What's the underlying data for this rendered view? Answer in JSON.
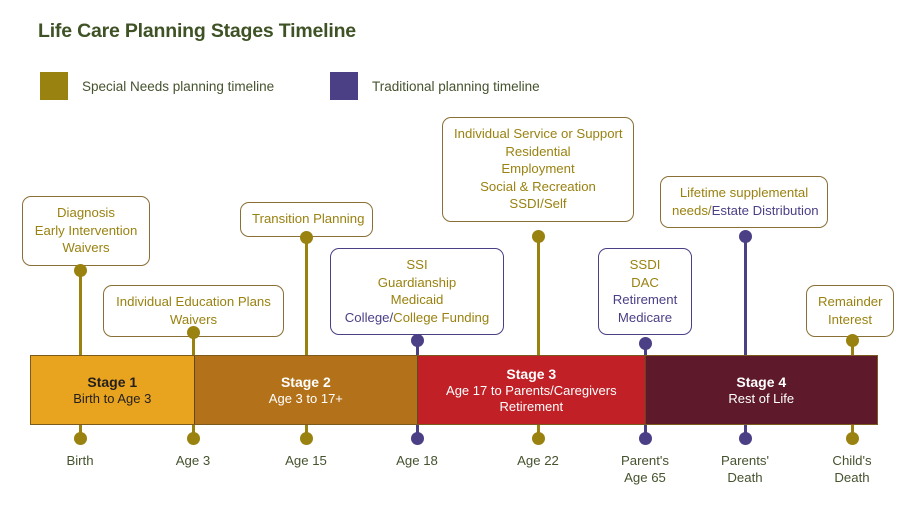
{
  "title": "Life Care Planning Stages Timeline",
  "colors": {
    "title_green": "#3f5225",
    "label_green": "#46532f",
    "special_needs_olive": "#9a8211",
    "traditional_purple": "#4b3f86",
    "box_border_olive": "#8a6f36",
    "stage1": "#e8a41e",
    "stage2": "#b3721a",
    "stage3": "#c02026",
    "stage4": "#5e1a2b",
    "background": "#ffffff"
  },
  "legend": [
    {
      "label": "Special Needs planning timeline",
      "color": "#9a8211",
      "key": "special-needs"
    },
    {
      "label": "Traditional planning timeline",
      "color": "#4b3f86",
      "key": "traditional"
    }
  ],
  "callouts": [
    {
      "id": "diagnosis",
      "lines": [
        {
          "segments": [
            {
              "text": "Diagnosis",
              "color": "olive"
            }
          ]
        },
        {
          "segments": [
            {
              "text": "Early Intervention",
              "color": "olive"
            }
          ]
        },
        {
          "segments": [
            {
              "text": "Waivers",
              "color": "olive"
            }
          ]
        }
      ],
      "connector": "olive"
    },
    {
      "id": "individual-education-plans",
      "lines": [
        {
          "segments": [
            {
              "text": "Individual Education Plans",
              "color": "olive"
            }
          ]
        },
        {
          "segments": [
            {
              "text": "Waivers",
              "color": "olive"
            }
          ]
        }
      ],
      "connector": "olive"
    },
    {
      "id": "transition-planning",
      "lines": [
        {
          "segments": [
            {
              "text": "Transition Planning",
              "color": "olive"
            }
          ]
        }
      ],
      "connector": "olive"
    },
    {
      "id": "ssi-guardianship",
      "lines": [
        {
          "segments": [
            {
              "text": "SSI",
              "color": "olive"
            }
          ]
        },
        {
          "segments": [
            {
              "text": "Guardianship",
              "color": "olive"
            }
          ]
        },
        {
          "segments": [
            {
              "text": "Medicaid",
              "color": "olive"
            }
          ]
        },
        {
          "segments": [
            {
              "text": "College/",
              "color": "purple"
            },
            {
              "text": "College Funding",
              "color": "olive"
            }
          ]
        }
      ],
      "connector": "purple"
    },
    {
      "id": "individual-service-support",
      "lines": [
        {
          "segments": [
            {
              "text": "Individual Service or Support",
              "color": "olive"
            }
          ]
        },
        {
          "segments": [
            {
              "text": "Residential",
              "color": "olive"
            }
          ]
        },
        {
          "segments": [
            {
              "text": "Employment",
              "color": "olive"
            }
          ]
        },
        {
          "segments": [
            {
              "text": "Social & Recreation",
              "color": "olive"
            }
          ]
        },
        {
          "segments": [
            {
              "text": "SSDI/Self",
              "color": "olive"
            }
          ]
        }
      ],
      "connector": "olive"
    },
    {
      "id": "ssdi-dac",
      "lines": [
        {
          "segments": [
            {
              "text": "SSDI",
              "color": "olive"
            }
          ]
        },
        {
          "segments": [
            {
              "text": "DAC",
              "color": "olive"
            }
          ]
        },
        {
          "segments": [
            {
              "text": "Retirement",
              "color": "purple"
            }
          ]
        },
        {
          "segments": [
            {
              "text": "Medicare",
              "color": "purple"
            }
          ]
        }
      ],
      "connector": "purple"
    },
    {
      "id": "lifetime-supplemental",
      "lines": [
        {
          "segments": [
            {
              "text": "Lifetime supplemental",
              "color": "olive"
            }
          ]
        },
        {
          "segments": [
            {
              "text": "needs/",
              "color": "olive"
            },
            {
              "text": "Estate Distribution",
              "color": "purple"
            }
          ]
        }
      ],
      "connector": "purple"
    },
    {
      "id": "remainder-interest",
      "lines": [
        {
          "segments": [
            {
              "text": "Remainder",
              "color": "olive"
            }
          ]
        },
        {
          "segments": [
            {
              "text": "Interest",
              "color": "olive"
            }
          ]
        }
      ],
      "connector": "olive"
    }
  ],
  "stages": [
    {
      "name": "Stage 1",
      "subtitle_lines": [
        "Birth to Age 3"
      ],
      "bg": "#e8a41e",
      "text_color": "#231f20"
    },
    {
      "name": "Stage 2",
      "subtitle_lines": [
        "Age 3 to 17+"
      ],
      "bg": "#b3721a",
      "text_color": "#ffffff"
    },
    {
      "name": "Stage 3",
      "subtitle_lines": [
        "Age 17 to Parents/Caregivers",
        "Retirement"
      ],
      "bg": "#c02026",
      "text_color": "#ffffff"
    },
    {
      "name": "Stage 4",
      "subtitle_lines": [
        "Rest of Life"
      ],
      "bg": "#5e1a2b",
      "text_color": "#ffffff"
    }
  ],
  "axis_labels": [
    {
      "lines": [
        "Birth"
      ],
      "marker": "olive"
    },
    {
      "lines": [
        "Age 3"
      ],
      "marker": "olive"
    },
    {
      "lines": [
        "Age 15"
      ],
      "marker": "olive"
    },
    {
      "lines": [
        "Age 18"
      ],
      "marker": "purple"
    },
    {
      "lines": [
        "Age 22"
      ],
      "marker": "olive"
    },
    {
      "lines": [
        "Parent's",
        "Age 65"
      ],
      "marker": "purple"
    },
    {
      "lines": [
        "Parents'",
        "Death"
      ],
      "marker": "purple"
    },
    {
      "lines": [
        "Child's",
        "Death"
      ],
      "marker": "olive"
    }
  ]
}
